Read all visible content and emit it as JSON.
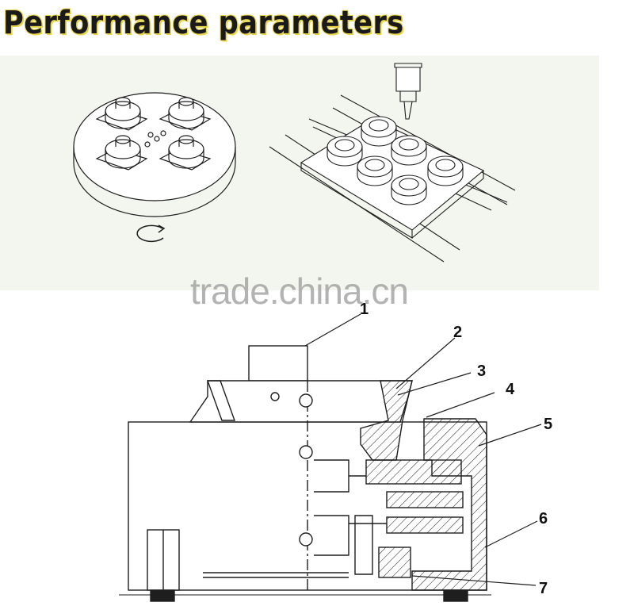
{
  "header": {
    "title": "Performance parameters"
  },
  "watermark": {
    "text": "trade.china.cn"
  },
  "diagram": {
    "callouts": [
      "1",
      "2",
      "3",
      "4",
      "5",
      "6",
      "7"
    ]
  },
  "colors": {
    "line": "#1e1e1e",
    "panel": "#f3f5ef",
    "title_outline": "#e8d44a"
  }
}
